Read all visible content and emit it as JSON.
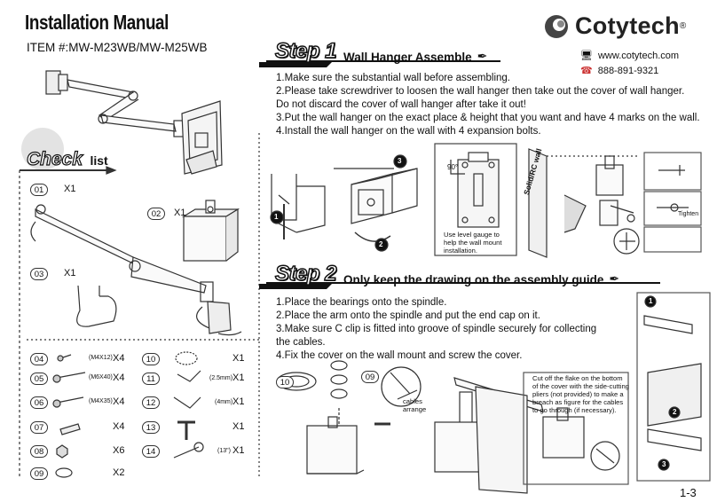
{
  "header": {
    "title": "Installation Manual",
    "item": "ITEM #:MW-M23WB/MW-M25WB",
    "brand": "Cotytech",
    "brand_mark": "®",
    "web": "www.cotytech.com",
    "phone": "888-891-9321"
  },
  "check": {
    "title_big": "Check",
    "title_small": "list",
    "parts": [
      {
        "no": "01",
        "qty": "X1"
      },
      {
        "no": "02",
        "qty": "X1"
      },
      {
        "no": "03",
        "qty": "X1"
      },
      {
        "no": "04",
        "size": "(M4X12)",
        "qty": "X4"
      },
      {
        "no": "05",
        "size": "(M6X40)",
        "qty": "X4"
      },
      {
        "no": "06",
        "size": "(M4X35)",
        "qty": "X4"
      },
      {
        "no": "07",
        "qty": "X4"
      },
      {
        "no": "08",
        "qty": "X6"
      },
      {
        "no": "09",
        "qty": "X2"
      },
      {
        "no": "10",
        "qty": "X1"
      },
      {
        "no": "11",
        "size": "(2.5mm)",
        "qty": "X1"
      },
      {
        "no": "12",
        "size": "(4mm)",
        "qty": "X1"
      },
      {
        "no": "13",
        "qty": "X1"
      },
      {
        "no": "14",
        "size": "(13\")",
        "qty": "X1"
      }
    ]
  },
  "step1": {
    "tag": "Step 1",
    "title": "Wall Hanger Assemble",
    "lines": [
      "1.Make sure the substantial wall before assembling.",
      "2.Please take screwdriver to loosen the wall hanger then take out the cover of wall hanger.",
      "Do not discard the cover of wall hanger after take it out!",
      "3.Put the wall hanger on the exact place & height that you want and have 4 marks on the wall.",
      "4.Install the wall hanger on the wall with 4 expansion bolts."
    ],
    "angle": "90°",
    "gauge_note": [
      "Use level gauge to",
      "help the wall mount",
      "installation."
    ],
    "wall_label": "Solid/RC wall",
    "tighten": "Tighten",
    "callouts": [
      "1",
      "2",
      "3"
    ]
  },
  "step2": {
    "tag": "Step 2",
    "title": "Only keep the drawing on the assembly guide",
    "lines": [
      "1.Place the bearings onto the spindle.",
      "2.Place the arm onto the spindle and put the end cap on it.",
      "3.Make sure C clip is fitted into groove of spindle securely for collecting",
      "the cables.",
      "4.Fix the cover on the wall mount and screw the cover."
    ],
    "part_labels": [
      "10",
      "09"
    ],
    "cables_label": [
      "cables",
      "arrange"
    ],
    "note": [
      "Cut off the flake on the bottom",
      "of the cover with the side-cutting",
      "pliers (not provided) to make a",
      "breach as figure for the cables",
      "to go through (if necessary)."
    ],
    "callouts": [
      "1",
      "2",
      "3"
    ]
  },
  "page_number": "1-3"
}
